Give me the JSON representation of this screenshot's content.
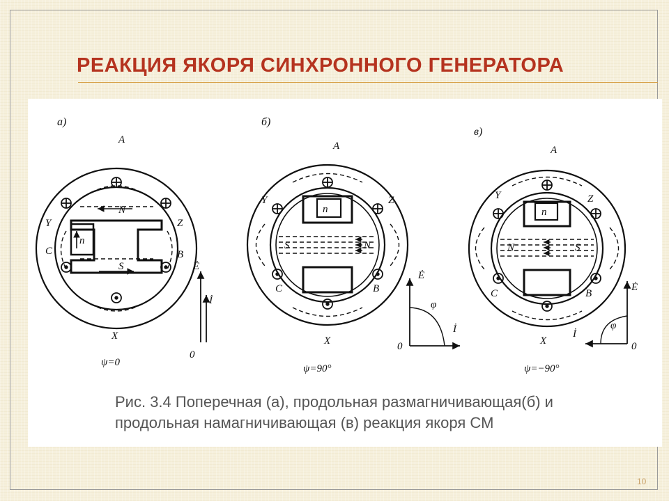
{
  "slide": {
    "title": "РЕАКЦИЯ ЯКОРЯ СИНХРОННОГО ГЕНЕРАТОРА",
    "page_number": "10",
    "caption_line1": "Рис. 3.4 Поперечная (а), продольная размагничивающая(б) и",
    "caption_line2": "продольная намагничивающая (в) реакция якоря СМ"
  },
  "figure": {
    "panels": [
      {
        "label": "а)",
        "angle": "ψ=0",
        "phases": {
          "a": "A",
          "x": "X",
          "y": "Y",
          "z": "Z",
          "c": "C",
          "b": "B"
        },
        "poles": {
          "top": "N",
          "bottom": "S"
        },
        "n_label": "n",
        "e_label": "Ė",
        "i_label": "İ",
        "origin": "0"
      },
      {
        "label": "б)",
        "angle": "ψ=90°",
        "phases": {
          "a": "A",
          "x": "X",
          "y": "Y",
          "z": "Z",
          "c": "C",
          "b": "B"
        },
        "poles": {
          "left": "S",
          "right": "N"
        },
        "n_label": "n",
        "e_label": "Ė",
        "i_label": "İ",
        "origin": "0",
        "phi": "φ"
      },
      {
        "label": "в)",
        "angle": "ψ=−90°",
        "phases": {
          "a": "A",
          "x": "X",
          "y": "Y",
          "z": "Z",
          "c": "C",
          "b": "B"
        },
        "poles": {
          "left": "N",
          "right": "S"
        },
        "n_label": "n",
        "e_label": "Ė",
        "i_label": "İ",
        "origin": "0",
        "phi": "φ"
      }
    ]
  }
}
